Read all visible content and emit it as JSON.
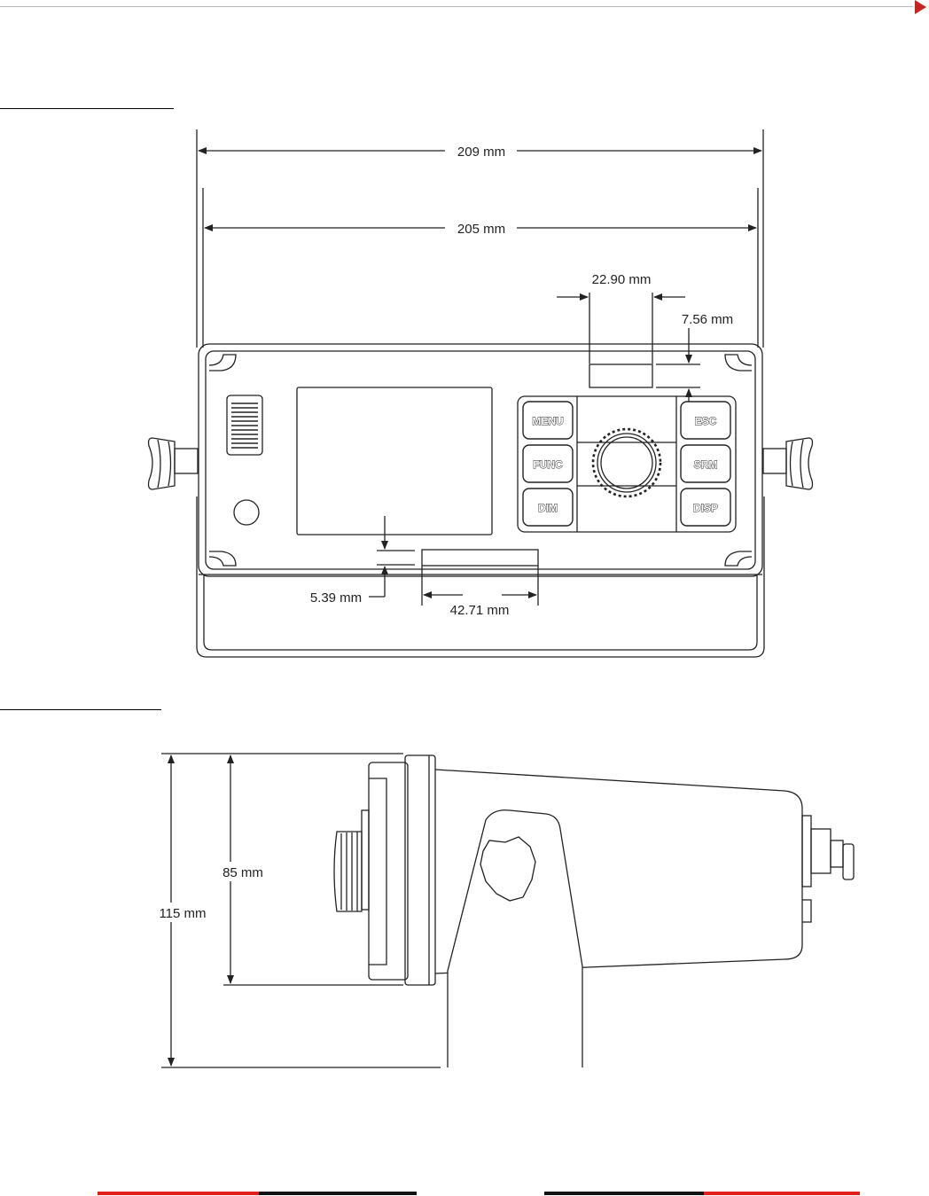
{
  "colors": {
    "accent_red": "#e0201c",
    "header_arrow": "#c8231e",
    "line": "#222222",
    "footer_black": "#111111"
  },
  "front_view": {
    "dimensions": {
      "overall_width": "209 mm",
      "panel_width": "205 mm",
      "label_width": "22.90 mm",
      "label_height": "7.56 mm",
      "gap_height": "5.39 mm",
      "bottom_label_width": "42.71 mm"
    },
    "keys": {
      "menu": "MENU",
      "func": "FUNC",
      "dim": "DIM",
      "esc": "ESC",
      "srm": "SRM",
      "disp": "DISP"
    }
  },
  "side_view": {
    "dimensions": {
      "panel_height": "85 mm",
      "overall_height": "115 mm"
    }
  }
}
